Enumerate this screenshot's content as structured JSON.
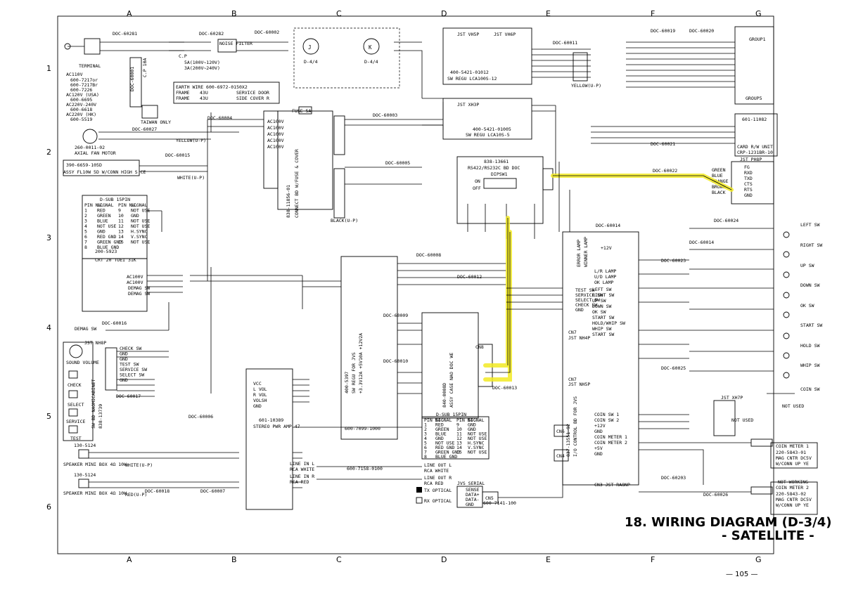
{
  "page": {
    "number": "— 105 —"
  },
  "title": {
    "line1": "18.  WIRING DIAGRAM (D-3/4)",
    "line2": "- SATELLITE -"
  },
  "colors": {
    "highlight": "#f2ea24",
    "ink": "#000000",
    "paper": "#ffffff"
  },
  "grid": {
    "columns": [
      "A",
      "B",
      "C",
      "D",
      "E",
      "F",
      "G"
    ],
    "rows": [
      "1",
      "2",
      "3",
      "4",
      "5",
      "6"
    ]
  },
  "labels": {
    "terminal": "TERMINAL",
    "ac_list": [
      "AC110V",
      "600-7217or",
      "600-7217Br",
      "600-7226",
      "AC120V (USA)",
      "600-6695",
      "AC220V-240V",
      "600-6618",
      "AC220V (HK)",
      "600-5519"
    ],
    "taiwan_only": "TAIWAN ONLY",
    "fuse_10a": "C.P 10A",
    "cp": "C.P",
    "cp_ratings": [
      "5A(100V~120V)",
      "3A(200V~240V)"
    ],
    "noise_filter": "NOISE FILTER",
    "earth_wire": "EARTH WIRE  600-6972-0150X2",
    "frame1": "FRAME",
    "frame2": "FRAME",
    "service_door": "SERVICE DOOR",
    "side_cover": "SIDE COVER R",
    "u43a": "43U",
    "u43b": "43U",
    "circle_j": "J",
    "circle_k": "K",
    "d44a": "D-4/4",
    "d44b": "D-4/4",
    "fan_part": "260-0011-02",
    "fan_name": "AXIAL FAN MOTOR",
    "ps_part": "390-6659-105D",
    "ps_name": "ASSY FL10W 5D W/CONN HIGH S CE",
    "dsub_title": "D-SUB 15PIN",
    "crt_part": "200-5923",
    "crt_name": "CRT 20 TOEI 31K",
    "demag_sw": "DEMAG SW",
    "sound_volume": "SOUND VOLUME",
    "check": "CHECK",
    "select": "SELECT",
    "service": "SERVICE",
    "test": "TEST",
    "sw_bd": "SW BD NAOMICABINET",
    "sw_bd_part": "838-13739",
    "jst_nh8p": "JST NH8P",
    "speaker_part": "130-5124",
    "speaker_l": "SPEAKER MINI BOX 4Ω 10W",
    "speaker_r": "SPEAKER MINI BOX 4Ω 10W",
    "white_l": "WHITE(U-P)",
    "red_r": "RED(U-P)",
    "amp_part": "601-10389",
    "amp_name": "STEREO PWR AMP 47",
    "connect_bd_part": "838-11856-01",
    "connect_bd_name": "CONNECT BD W/FUSE & COVER",
    "fuse_5a": "FUSE 5A",
    "sw_regu_1": "400-5421-01012",
    "sw_regu_1_name": "SW REGU LCA100S-12",
    "sw_regu_2": "400-5421-01005",
    "sw_regu_2_name": "SW REGU LCA10S-5",
    "sw_regu_jvs": "400-5397",
    "sw_regu_jvs_name": "SW REGU FOR JVS",
    "sw_regu_jvs_spec": "+3.3V12A +5V10A +12V2A",
    "naomi_part": "840-0008D",
    "naomi_name": "ASSY CASE NAO DOC WE",
    "rs422_part": "838-13661",
    "rs422_name": "RS422/RS232C BD DOC",
    "dipsw": "DIPSW1",
    "dip_on": "ON",
    "dip_off": "OFF",
    "card_part": "601-11082",
    "card_name": "CARD R/W UNIT",
    "card_model": "CRP-1231BR-10",
    "group1": "GROUP1",
    "group5": "GROUP5",
    "io_bd_part": "837-13551-92",
    "io_bd_name": "I/O CONTROL BD FOR JVS",
    "error_lamp": "ERROR LAMP",
    "winner_lamp": "WINNER LAMP",
    "coin_meter_1": "COIN METER 1",
    "coin_meter_2": "COIN METER 2",
    "not_working": "NOT WORKING",
    "mag_cntr": "MAG CNTR DC5V",
    "mag_part": "220-5843-01",
    "mag_part2": "220-5843-02",
    "mag_conn": "W/CONN UP YE",
    "not_used": "NOT USED",
    "tx_optical": "TX OPTICAL",
    "rx_optical": "RX OPTICAL",
    "jvs_serial": "JVS SERIAL",
    "cn3": "CN3 JST RA8NP",
    "cn4": "CN4",
    "cn5": "CN5",
    "cn6": "CN6",
    "cn7": "CN7",
    "cn8": "CN8",
    "line_in_l": "LINE IN L",
    "rca_white": "RCA WHITE",
    "line_in_r": "LINE IN R",
    "rca_red": "RCA RED",
    "line_out_l": "LINE OUT L",
    "line_out_r": "LINE OUT R",
    "cable_7099": "600-7099-1000",
    "cable_7158": "600-7158-0100",
    "cable_7141": "600-7141-100",
    "left_sw": "LEFT SW",
    "right_sw": "RIGHT SW",
    "up_sw": "UP SW",
    "down_sw": "DOWN SW",
    "ok_sw": "OK SW",
    "start_sw": "START SW",
    "hold_sw": "HOLD SW",
    "whip_sw": "WHIP SW",
    "coin_sw": "COIN SW",
    "jst_vh5p": "JST VH5P",
    "jst_vh6p": "JST VH6P",
    "jst_xh3p": "JST XH3P",
    "jst_xh7p": "JST XH7P",
    "jst_nh4p": "JST NH4P",
    "jst_nh5p": "JST NH5P",
    "jst_nh8p2": "JST NH8P",
    "jst_ph8p": "JST PH8P",
    "yellow_up": "YELLOW(U-P)",
    "white_up": "WHITE(U-P)",
    "black_up": "BLACK(U-P)"
  },
  "doc_labels": [
    "DOC-60281",
    "DOC-60282",
    "DOC-60002",
    "DOC-60001",
    "DOC-60027",
    "DOC-60004",
    "DOC-60003",
    "DOC-60015",
    "DOC-60005",
    "DOC-60016",
    "DOC-60017",
    "DOC-60006",
    "DOC-60007",
    "DOC-60018",
    "DOC-60008",
    "DOC-60009",
    "DOC-60010",
    "DOC-60012",
    "DOC-60013",
    "DOC-60011",
    "DOC-60019",
    "DOC-60020",
    "DOC-60021",
    "DOC-60022",
    "DOC-60014",
    "DOC-60024",
    "DOC-60023",
    "DOC-60025",
    "DOC-60203",
    "DOC-60026"
  ],
  "dsub_table_left": {
    "header": [
      "PIN No.",
      "SIGNAL",
      "PIN No.",
      "SIGNAL"
    ],
    "rows": [
      [
        "1",
        "RED",
        "9",
        "NOT USE"
      ],
      [
        "2",
        "GREEN",
        "10",
        "GND"
      ],
      [
        "3",
        "BLUE",
        "11",
        "NOT USE"
      ],
      [
        "4",
        "NOT USE",
        "12",
        "NOT USE"
      ],
      [
        "5",
        "GND",
        "13",
        "H.SYNC"
      ],
      [
        "6",
        "RED GND",
        "14",
        "V.SYNC"
      ],
      [
        "7",
        "GREEN GND",
        "15",
        "NOT USE"
      ],
      [
        "8",
        "BLUE GND",
        "",
        ""
      ]
    ]
  },
  "dsub_table_right": {
    "header": [
      "PIN No.",
      "SIGNAL",
      "PIN No.",
      "SIGNAL"
    ],
    "rows": [
      [
        "1",
        "RED",
        "9",
        "GND"
      ],
      [
        "2",
        "GREEN",
        "10",
        "GND"
      ],
      [
        "3",
        "BLUE",
        "11",
        "NOT USE"
      ],
      [
        "4",
        "GND",
        "12",
        "NOT USE"
      ],
      [
        "5",
        "NOT USE",
        "13",
        "H.SYNC"
      ],
      [
        "6",
        "RED GND",
        "14",
        "V.SYNC"
      ],
      [
        "7",
        "GREEN GND",
        "15",
        "NOT USE"
      ],
      [
        "8",
        "BLUE GND",
        "",
        ""
      ]
    ]
  },
  "io_signals": [
    "LEFT SW",
    "RIGHT SW",
    "UP SW",
    "DOWN SW",
    "OK SW",
    "START SW",
    "HOLD/WHIP SW",
    "WHIP SW",
    "START SW"
  ],
  "io_lamps": [
    "+12V",
    "L/R LAMP",
    "U/D LAMP",
    "OK LAMP"
  ],
  "service_signals": [
    "TEST SW",
    "SERVICE SW",
    "SELECT SW",
    "CHECK SW",
    "GND"
  ],
  "amp_pins": [
    "VCC",
    "L VOL",
    "R VOL",
    "VOLSH",
    "GND"
  ],
  "check_signals": [
    "CHECK SW",
    "GND",
    "GND",
    "TEST SW",
    "SERVICE SW",
    "SELECT SW",
    "GND"
  ],
  "card_pins": [
    "FG",
    "RXD",
    "TXD",
    "CTS",
    "RTS",
    "GND"
  ],
  "card_wires": [
    "GREEN",
    "BLUE",
    "ORANGE",
    "BROWN",
    "BLACK"
  ],
  "ac_pins": [
    "AC100V",
    "AC100V",
    "AC100V",
    "AC100V",
    "AC100V"
  ],
  "coin_sigs": [
    "COIN SW 1",
    "COIN SW 2",
    "+12V",
    "GND",
    "COIN METER 1",
    "COIN METER 2",
    "+5V",
    "GND"
  ],
  "jvs_serial_pins": [
    "SENSE",
    "DATA+",
    "DATA-",
    "GND"
  ]
}
